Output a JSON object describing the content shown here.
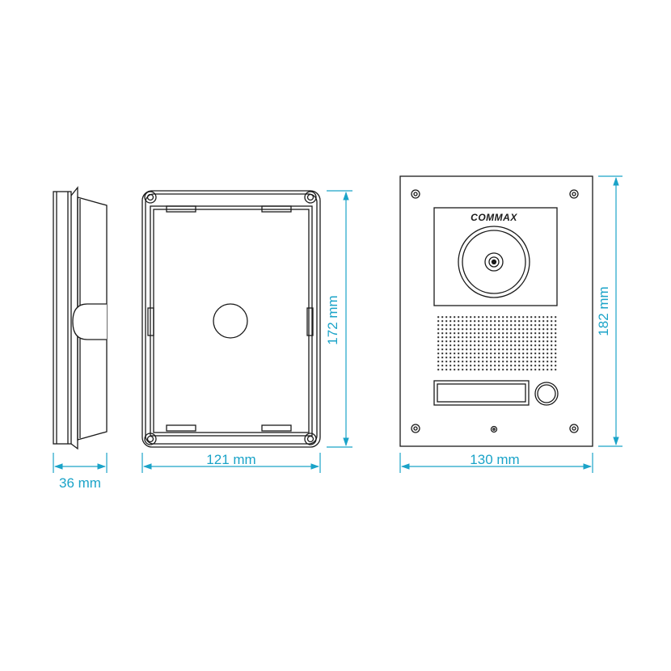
{
  "brand_logo": "COMMAX",
  "dimensions": {
    "side_depth": "36 mm",
    "box_width": "121 mm",
    "box_height": "172 mm",
    "panel_width": "130 mm",
    "panel_height": "182 mm"
  },
  "colors": {
    "dimension_line": "#1aa3c8",
    "outline": "#1a1a1a"
  }
}
